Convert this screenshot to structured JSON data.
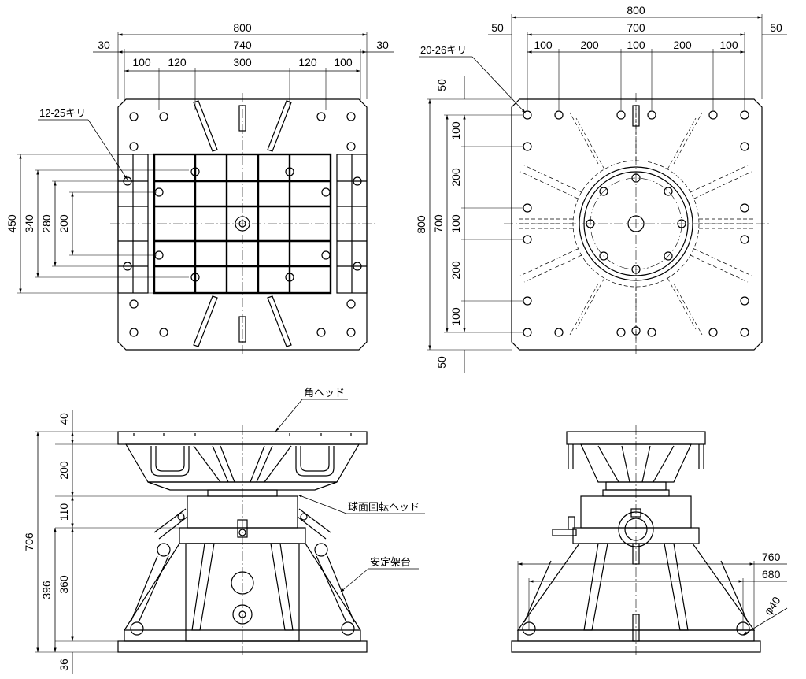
{
  "views": {
    "top_left": {
      "name": "square head top view",
      "dims_h_top": [
        "800"
      ],
      "dims_h_mid": [
        "30",
        "740",
        "30"
      ],
      "dims_h_low": [
        "100",
        "120",
        "300",
        "120",
        "100"
      ],
      "dims_v": [
        "450",
        "340",
        "280",
        "200"
      ],
      "hole_note": "12-25キリ"
    },
    "top_right": {
      "name": "spherical head top view",
      "dims_h_top": [
        "800"
      ],
      "dims_h_mid": [
        "50",
        "700",
        "50"
      ],
      "dims_h_low": [
        "100",
        "200",
        "100",
        "200",
        "100"
      ],
      "dims_v_outer": [
        "800"
      ],
      "dims_v_mid": [
        "700"
      ],
      "dims_v_inner": [
        "50",
        "100",
        "200",
        "100",
        "200",
        "100",
        "50"
      ],
      "hole_note": "20-26キリ"
    },
    "front": {
      "dims_v_outer": [
        "706"
      ],
      "dims_v_inner": [
        "40",
        "200",
        "110",
        "396",
        "360",
        "36"
      ],
      "label_head": "角ヘッド",
      "label_sphere": "球面回転ヘッド",
      "label_stand": "安定架台"
    },
    "side": {
      "dims": [
        "760",
        "680"
      ],
      "dia": "φ40"
    }
  }
}
